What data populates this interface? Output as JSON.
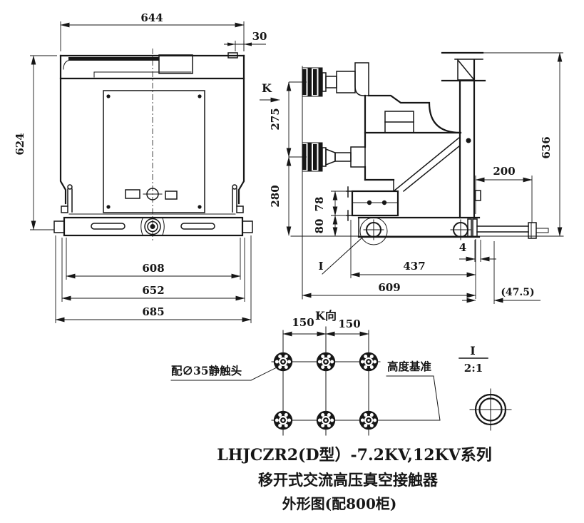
{
  "colors": {
    "ink": "#161616",
    "paper": "#ffffff"
  },
  "front_view": {
    "dim_top_width": "644",
    "dim_tab": "30",
    "dim_height": "624",
    "dim_base_inner": "608",
    "dim_base_mid": "652",
    "dim_base_outer": "685"
  },
  "side_view": {
    "label_view_arrow": "K",
    "dim_upper_contact": "275",
    "dim_lower_contact": "280",
    "dim_bracket": "78",
    "dim_wheel": "80",
    "dim_panel_offset": "200",
    "dim_total_height": "636",
    "dim_gap": "4",
    "dim_wheelbase": "437",
    "dim_depth": "609",
    "dim_ref": "(47.5)",
    "label_detail_ref": "I"
  },
  "k_view": {
    "label": "K向",
    "dim_pitch_left": "150",
    "dim_pitch_right": "150",
    "note_contact": "配∅35静触头",
    "note_datum": "高度基准"
  },
  "detail_view": {
    "label": "I",
    "scale": "2:1"
  },
  "title_block": {
    "line1": "LHJCZR2(D型）-7.2KV,12KV系列",
    "line2": "移开式交流高压真空接触器",
    "line3": "外形图(配800柜)"
  }
}
